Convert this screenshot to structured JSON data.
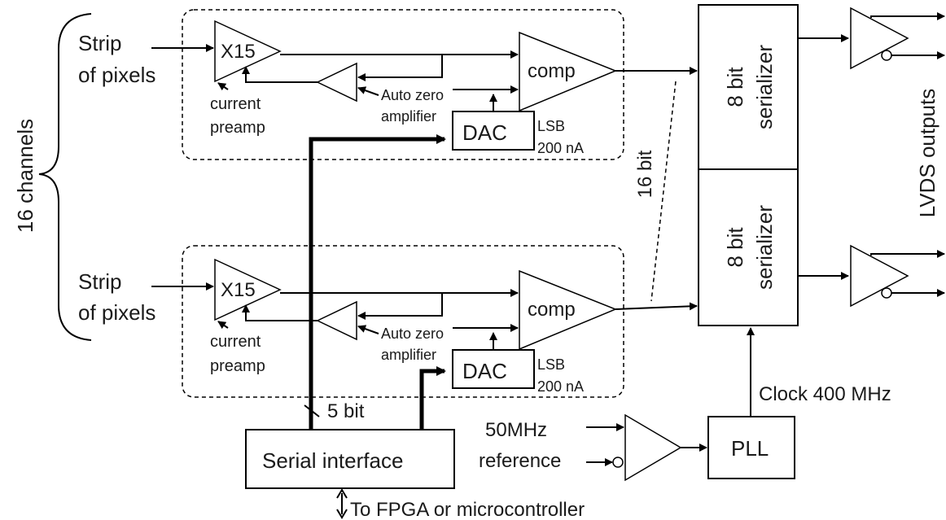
{
  "labels": {
    "channels": "16 channels",
    "strip_line1": "Strip",
    "strip_line2": "of pixels",
    "preamp_gain": "X15",
    "current_line1": "current",
    "current_line2": "preamp",
    "autozero_line1": "Auto zero",
    "autozero_line2": "amplifier",
    "comp": "comp",
    "dac": "DAC",
    "lsb_line1": "LSB",
    "lsb_line2": "200 nA",
    "bus_width": "16 bit",
    "serializer_line1": "8 bit",
    "serializer_line2": "serializer",
    "lvds": "LVDS outputs",
    "dac_bits": "5 bit",
    "serial_interface": "Serial interface",
    "ref_line1": "50MHz",
    "ref_line2": "reference",
    "pll": "PLL",
    "clock": "Clock 400 MHz",
    "fpga": "To FPGA or microcontroller"
  }
}
